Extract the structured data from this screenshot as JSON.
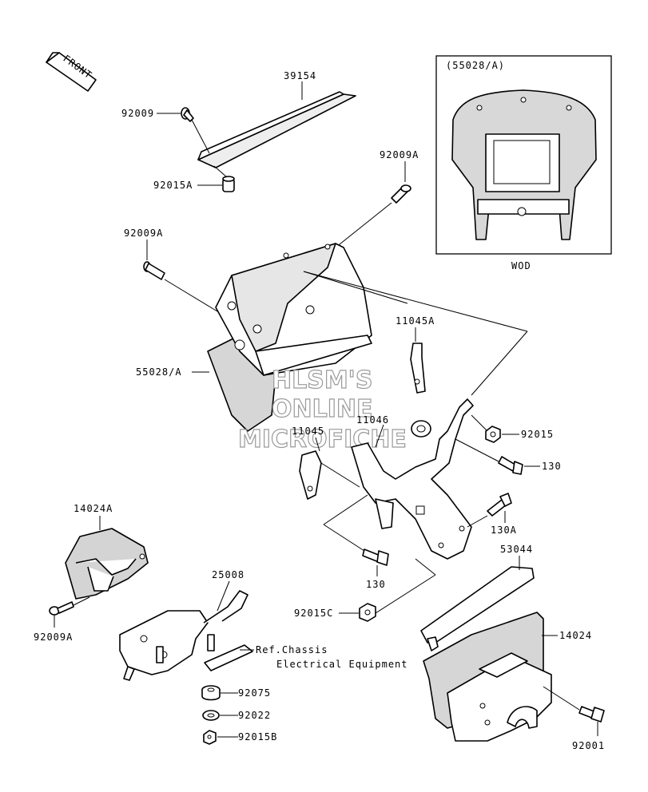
{
  "front_arrow": {
    "label": "FRONT"
  },
  "inset": {
    "part_label": "(55028/A)",
    "caption": "WOD"
  },
  "watermark": {
    "line1": "HLSM'S",
    "line2": "ONLINE",
    "line3": "MICROFICHE"
  },
  "labels": {
    "p39154": "39154",
    "p92009_top": "92009",
    "p92015A": "92015A",
    "p92009A_right": "92009A",
    "p92009A_left": "92009A",
    "p55028A": "55028/A",
    "p11045A": "11045A",
    "p11046": "11046",
    "p11045": "11045",
    "p92015": "92015",
    "p130_upper": "130",
    "p130A": "130A",
    "p130_lower": "130",
    "p14024A": "14024A",
    "p92009A_bottom": "92009A",
    "p25008": "25008",
    "p53044": "53044",
    "p14024": "14024",
    "p92015C": "92015C",
    "ref_line1": "Ref.Chassis",
    "ref_line2": "Electrical Equipment",
    "p92075": "92075",
    "p92022": "92022",
    "p92015B": "92015B",
    "p92001": "92001"
  }
}
